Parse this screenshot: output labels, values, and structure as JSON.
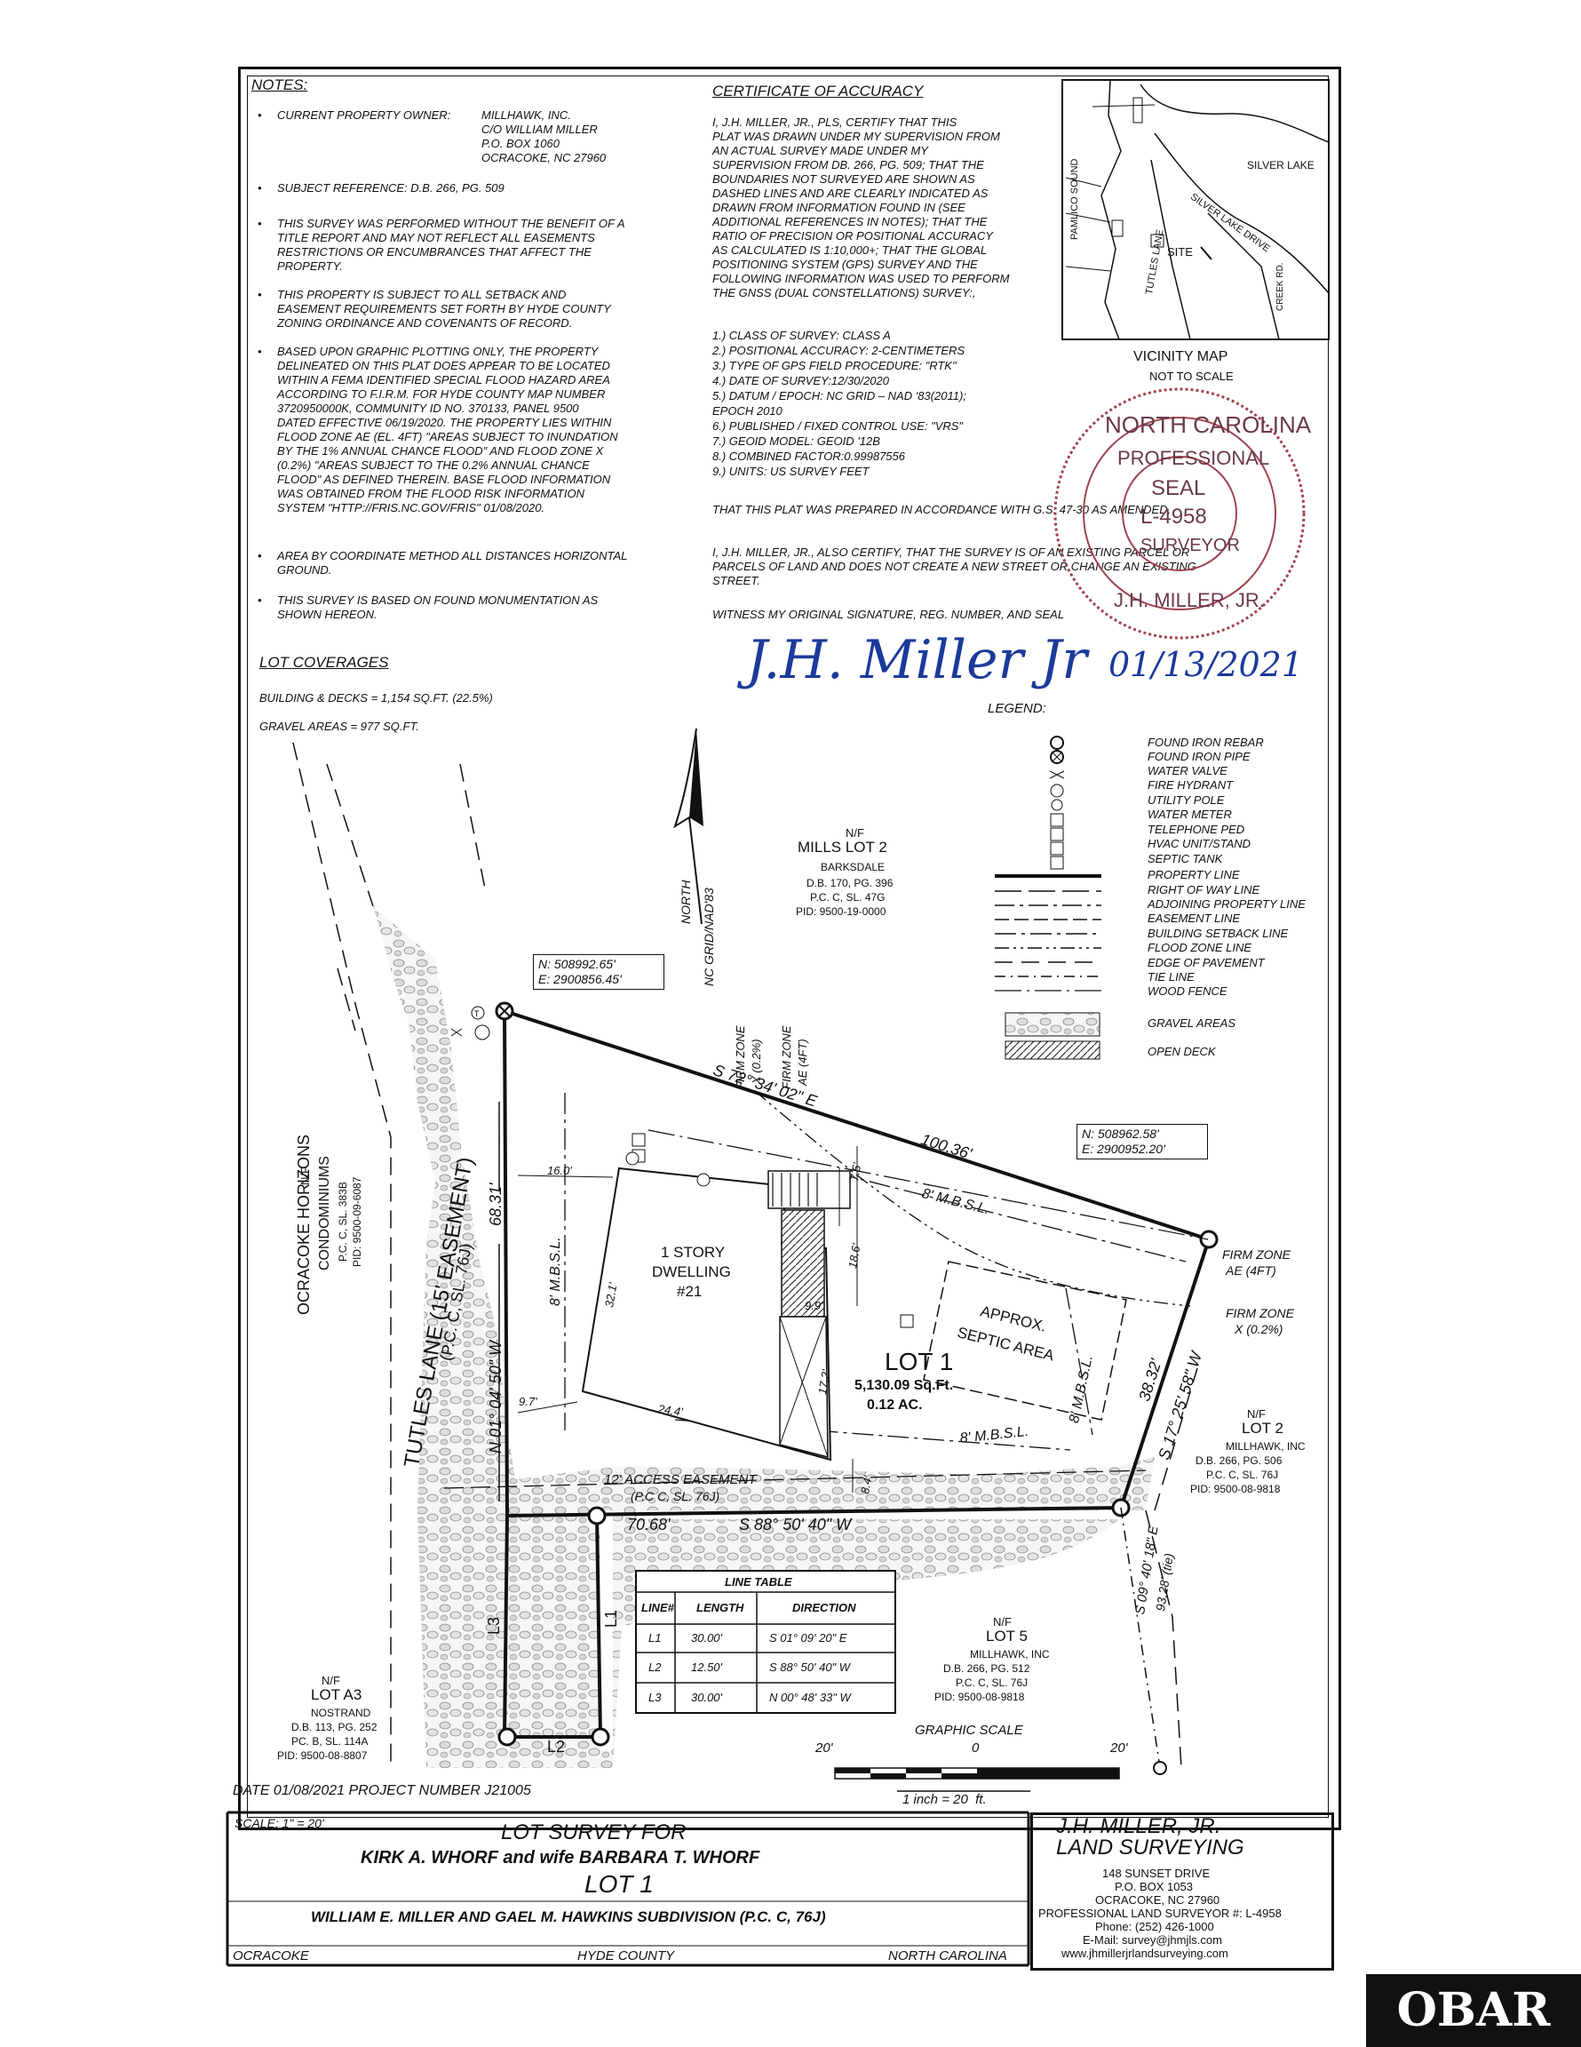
{
  "notes": {
    "title": "NOTES:",
    "owner_label": "CURRENT PROPERTY OWNER:",
    "owner_lines": [
      "MILLHAWK, INC.",
      "C/O WILLIAM MILLER",
      "P.O. BOX 1060",
      "OCRACOKE, NC 27960"
    ],
    "subject_reference": "SUBJECT REFERENCE: D.B. 266, PG. 509",
    "title_report": [
      "THIS SURVEY WAS PERFORMED WITHOUT THE BENEFIT OF A",
      "TITLE REPORT AND MAY NOT REFLECT ALL EASEMENTS",
      "RESTRICTIONS OR ENCUMBRANCES THAT AFFECT THE",
      "PROPERTY."
    ],
    "setbacks": [
      "THIS PROPERTY IS SUBJECT TO ALL SETBACK AND",
      "EASEMENT REQUIREMENTS SET FORTH BY HYDE COUNTY",
      "ZONING ORDINANCE AND COVENANTS OF RECORD."
    ],
    "flood": [
      "BASED UPON GRAPHIC PLOTTING ONLY, THE PROPERTY",
      "DELINEATED ON THIS PLAT DOES APPEAR TO BE LOCATED",
      "WITHIN A FEMA IDENTIFIED SPECIAL FLOOD HAZARD AREA",
      "ACCORDING TO F.I.R.M. FOR HYDE COUNTY MAP NUMBER",
      "3720950000K, COMMUNITY ID NO. 370133, PANEL 9500",
      "DATED EFFECTIVE 06/19/2020. THE PROPERTY LIES WITHIN",
      "FLOOD ZONE AE (EL. 4FT) \"AREAS SUBJECT TO INUNDATION",
      "BY THE 1% ANNUAL CHANCE FLOOD\" AND FLOOD ZONE X",
      "(0.2%) \"AREAS SUBJECT TO THE 0.2% ANNUAL CHANCE",
      "FLOOD\" AS DEFINED THEREIN. BASE FLOOD INFORMATION",
      "WAS OBTAINED FROM THE FLOOD RISK INFORMATION",
      "SYSTEM \"HTTP://FRIS.NC.GOV/FRIS\" 01/08/2020."
    ],
    "area": [
      "AREA BY COORDINATE METHOD ALL DISTANCES HORIZONTAL",
      "GROUND."
    ],
    "monumentation": [
      "THIS SURVEY IS BASED ON FOUND MONUMENTATION AS",
      "SHOWN HEREON."
    ]
  },
  "certificate": {
    "title": "CERTIFICATE OF ACCURACY",
    "body": [
      "I, J.H. MILLER, JR., PLS, CERTIFY THAT THIS",
      "PLAT WAS DRAWN UNDER MY SUPERVISION FROM",
      "AN ACTUAL SURVEY MADE UNDER MY",
      "SUPERVISION FROM DB. 266, PG. 509; THAT THE",
      "BOUNDARIES NOT SURVEYED ARE SHOWN AS",
      "DASHED LINES AND ARE CLEARLY INDICATED AS",
      "DRAWN FROM INFORMATION FOUND IN (SEE",
      "ADDITIONAL REFERENCES IN NOTES); THAT THE",
      "RATIO OF PRECISION OR POSITIONAL ACCURACY",
      "AS CALCULATED IS 1:10,000+; THAT THE GLOBAL",
      "POSITIONING SYSTEM (GPS) SURVEY AND THE",
      "FOLLOWING INFORMATION WAS USED TO PERFORM",
      "THE GNSS (DUAL CONSTELLATIONS) SURVEY:,"
    ],
    "items": [
      "1.) CLASS OF SURVEY: CLASS A",
      "2.) POSITIONAL ACCURACY: 2-CENTIMETERS",
      "3.) TYPE OF GPS FIELD PROCEDURE: \"RTK\"",
      "4.) DATE OF SURVEY:12/30/2020",
      "5.) DATUM / EPOCH: NC GRID – NAD '83(2011);",
      "EPOCH 2010",
      "6.) PUBLISHED / FIXED CONTROL USE: \"VRS\"",
      "7.) GEOID MODEL: GEOID '12B",
      "8.) COMBINED FACTOR:0.99987556",
      "9.) UNITS: US SURVEY FEET"
    ],
    "accordance": "THAT THIS PLAT WAS PREPARED IN ACCORDANCE WITH G.S. 47-30 AS AMENDED.",
    "also_certify": [
      "I, J.H. MILLER, JR., ALSO CERTIFY, THAT THE SURVEY IS OF AN EXISTING PARCEL OR",
      "PARCELS OF LAND AND DOES NOT CREATE A NEW STREET OR CHANGE AN EXISTING",
      "STREET."
    ],
    "witness": "WITNESS MY ORIGINAL SIGNATURE, REG. NUMBER, AND SEAL",
    "signature": "J.H. Miller Jr",
    "sign_date": "01/13/2021"
  },
  "seal": {
    "top": "NORTH CAROLINA",
    "middle": "PROFESSIONAL",
    "seal": "SEAL",
    "number": "L-4958",
    "surveyor": "SURVEYOR",
    "name": "J.H. MILLER, JR."
  },
  "vicinity_map": {
    "title": "VICINITY MAP",
    "subtitle": "NOT TO SCALE",
    "labels": {
      "silver_lake": "SILVER LAKE",
      "pamlico": "PAMLICO SOUND",
      "tutles": "TUTLES LANE",
      "silver_lake_drive": "SILVER LAKE DRIVE",
      "site": "SITE",
      "creek": "CREEK RD."
    }
  },
  "lot_coverages": {
    "title": "LOT COVERAGES",
    "building": "BUILDING & DECKS = 1,154 SQ.FT. (22.5%)",
    "gravel": "GRAVEL AREAS = 977 SQ.FT."
  },
  "legend": {
    "title": "LEGEND:",
    "items": [
      "FOUND IRON REBAR",
      "FOUND IRON PIPE",
      "WATER VALVE",
      "FIRE HYDRANT",
      "UTILITY POLE",
      "WATER METER",
      "TELEPHONE PED",
      "HVAC UNIT/STAND",
      "SEPTIC TANK",
      "PROPERTY LINE",
      "RIGHT OF WAY LINE",
      "ADJOINING PROPERTY LINE",
      "EASEMENT LINE",
      "BUILDING SETBACK LINE",
      "FLOOD ZONE LINE",
      "EDGE OF PAVEMENT",
      "TIE LINE",
      "WOOD FENCE",
      "GRAVEL AREAS",
      "OPEN DECK"
    ]
  },
  "plat": {
    "north": "NORTH",
    "nc_grid": "NC GRID/NAD'83",
    "mills_lot2": [
      "N/F",
      "MILLS LOT 2",
      "BARKSDALE",
      "D.B. 170, PG. 396",
      "P.C. C, SL. 47G",
      "PID: 9500-19-0000"
    ],
    "coord_nw": [
      "N: 508992.65'",
      "E: 2900856.45'"
    ],
    "coord_ne": [
      "N: 508962.58'",
      "E: 2900952.20'"
    ],
    "firm_x": [
      "FIRM ZONE",
      "X (0.2%)"
    ],
    "firm_ae": [
      "FIRM ZONE",
      "AE (4FT)"
    ],
    "firm_ae_right": [
      "FIRM ZONE",
      "AE (4FT)"
    ],
    "firm_x_right": [
      "FIRM ZONE",
      "X (0.2%)"
    ],
    "bearing_north": "S 72° 34' 02\" E",
    "dist_north": "100.36'",
    "bearing_east": "S 17° 25' 58\" W",
    "dist_east": "38.32'",
    "bearing_south": "S 88° 50' 40\" W",
    "dist_south": "70.68'",
    "bearing_west": "N 01° 04' 50\" W",
    "dist_west": "68.31'",
    "tie_bearing": "S 09° 40' 18\" E",
    "tie_dist": "93.28' (tie)",
    "mbsl": "8' M.B.S.L.",
    "dim_16": "16.0'",
    "dim_321": "32.1'",
    "dim_97": "9.7'",
    "dim_244": "24.4'",
    "dim_99": "9.9'",
    "dim_172": "17.2'",
    "dim_186": "18.6'",
    "dim_75": "7.5'",
    "dim_84": "8.4'",
    "dwelling": [
      "1 STORY",
      "DWELLING",
      "#21"
    ],
    "septic": [
      "APPROX.",
      "SEPTIC AREA"
    ],
    "lot1": [
      "LOT 1",
      "5,130.09 Sq.Ft.",
      "0.12 AC."
    ],
    "access": [
      "12' ACCESS EASEMENT",
      "(P.C C, SL. 76J)"
    ],
    "ocracoke_horizons": [
      "N/F",
      "OCRACOKE HORIZONS",
      "CONDOMINIUMS",
      "P.C. C, SL. 383B",
      "PID: 9500-09-6087"
    ],
    "tutles_lane": "TUTLES LANE (15' EASEMENT)",
    "tutles_ref": "(P.C. C, SL. 76J)",
    "lot2_right": [
      "N/F",
      "LOT 2",
      "MILLHAWK, INC",
      "D.B. 266, PG. 506",
      "P.C. C, SL. 76J",
      "PID: 9500-08-9818"
    ],
    "lot5": [
      "N/F",
      "LOT 5",
      "MILLHAWK, INC",
      "D.B. 266, PG. 512",
      "P.C. C, SL. 76J",
      "PID: 9500-08-9818"
    ],
    "lot_a3": [
      "N/F",
      "LOT A3",
      "NOSTRAND",
      "D.B. 113, PG. 252",
      "PC. B, SL. 114A",
      "PID: 9500-08-8807"
    ],
    "l1": "L1",
    "l2": "L2",
    "l3": "L3"
  },
  "line_table": {
    "title": "LINE TABLE",
    "headers": [
      "LINE#",
      "LENGTH",
      "DIRECTION"
    ],
    "rows": [
      [
        "L1",
        "30.00'",
        "S 01° 09' 20\" E"
      ],
      [
        "L2",
        "12.50'",
        "S 88° 50' 40\" W"
      ],
      [
        "L3",
        "30.00'",
        "N 00° 48' 33\" W"
      ]
    ]
  },
  "graphic_scale": {
    "title": "GRAPHIC SCALE",
    "left": "20'",
    "zero": "0",
    "right": "20'",
    "inch": "1 inch = 20  ft."
  },
  "date_line": "DATE 01/08/2021 PROJECT NUMBER J21005",
  "title_block": {
    "scale": "SCALE: 1\" = 20'",
    "line1": "LOT SURVEY FOR",
    "line2": "KIRK A. WHORF and wife BARBARA T. WHORF",
    "line3": "LOT 1",
    "line4": "WILLIAM E. MILLER AND GAEL M. HAWKINS SUBDIVISION (P.C. C, 76J)",
    "loc_left": "OCRACOKE",
    "loc_mid": "HYDE COUNTY",
    "loc_right": "NORTH CAROLINA"
  },
  "surveyor_block": {
    "name1": "J.H. MILLER, JR.",
    "name2": "LAND SURVEYING",
    "lines": [
      "148 SUNSET DRIVE",
      "P.O. BOX 1053",
      "OCRACOKE, NC 27960",
      "PROFESSIONAL LAND SURVEYOR #: L-4958",
      "Phone: (252) 426-1000",
      "E-Mail: survey@jhmjls.com",
      "www.jhmillerjrlandsurveying.com"
    ]
  },
  "watermark": "OBAR"
}
